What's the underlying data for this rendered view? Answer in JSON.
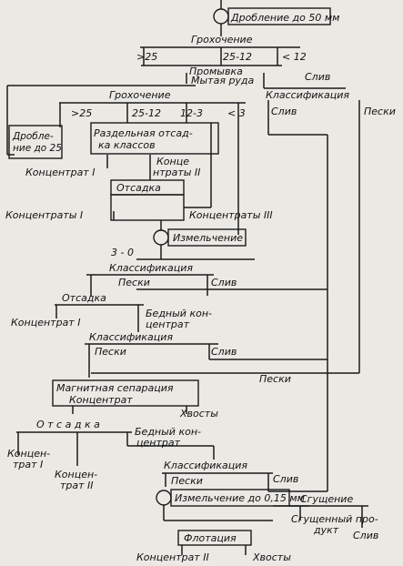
{
  "diagram": {
    "labels": {
      "crushing_50": "Дробление до 50 мм",
      "screening_1": "Грохочение",
      "size_gt25": ">25",
      "size_25_12": "25-12",
      "size_lt12": "< 12",
      "washing": "Промывка",
      "washed_ore": "Мытая руда",
      "overflow_top": "Слив",
      "screening_2": "Грохочение",
      "classification_top": "Классификация",
      "size2_gt25": ">25",
      "size2_25_12": "25-12",
      "size2_12_3": "12-3",
      "size2_lt3": "< 3",
      "overflow_2": "Слив",
      "sands_right": "Пески",
      "crushing_25_a": "Дробле-",
      "crushing_25_b": "ние до 25",
      "separate_jig_a": "Раздельная отсад-",
      "separate_jig_b": "ка классов",
      "concentrates_2_a": "Конце",
      "concentrates_2_b": "нтраты II",
      "concentrate_1": "Концентрат I",
      "jigging_1": "Отсадка",
      "concentrates_1": "Концентраты I",
      "concentrates_3": "Концентраты III",
      "grinding_1": "Измельчение",
      "size_3_0": "3 - 0",
      "classification_2": "Классификация",
      "sands_2": "Пески",
      "overflow_3": "Слив",
      "jigging_2": "Отсадка",
      "concentrate_1b": "Концентрат I",
      "lean_conc_a": "Бедный кон-",
      "lean_conc_b": "центрат",
      "classification_3": "Классификация",
      "sands_3": "Пески",
      "overflow_4": "Слив",
      "sands_4": "Пески",
      "magnetic_sep": "Магнитная сепарация",
      "concentrate_mag": "Концентрат",
      "tailings_1": "Хвосты",
      "jigging_3": "О т с а д к а",
      "lean_conc2_a": "Бедный кон-",
      "lean_conc2_b": "центрат",
      "conc_1_a": "Концен-",
      "conc_1_b": "трат I",
      "conc_2_a": "Концен-",
      "conc_2_b": "трат II",
      "classification_4": "Классификация",
      "sands_5": "Пески",
      "overflow_5": "Слив",
      "grinding_2": "Измельчение до 0,15 мм",
      "thickening": "Сгущение",
      "thickened_a": "Сгущенный про-",
      "thickened_b": "дукт",
      "overflow_6": "Слив",
      "flotation": "Флотация",
      "concentrate_final": "Концентрат II",
      "tailings_final": "Хвосты"
    }
  }
}
